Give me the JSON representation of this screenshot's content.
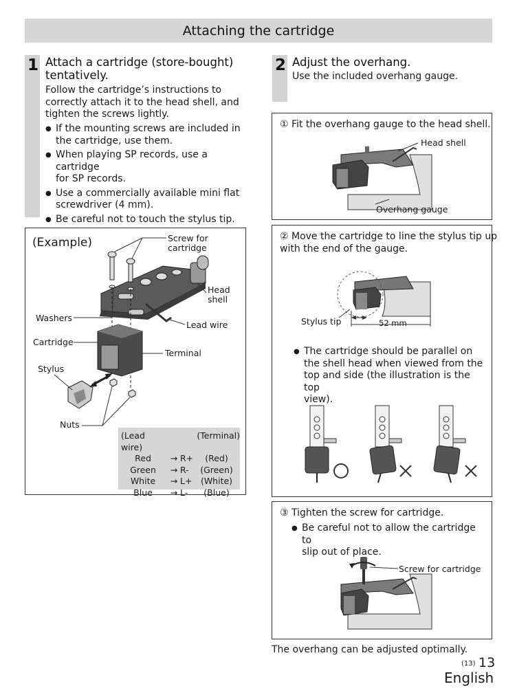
{
  "title": "Attaching the cartridge",
  "step1": {
    "number": "1",
    "title_line1": "Attach a cartridge (store-bought)",
    "title_line2": "tentatively.",
    "intro": [
      "Follow the cartridge’s instructions to",
      "correctly attach it to the head shell, and",
      "tighten the screws lightly."
    ],
    "bullets": [
      [
        "If the mounting screws are included in",
        "the cartridge, use them."
      ],
      [
        "When playing SP records, use a cartridge",
        "for SP records."
      ],
      [
        "Use a commercially available mini flat",
        "screwdriver (4 mm)."
      ],
      [
        "Be careful not to touch the stylus tip."
      ]
    ]
  },
  "example": {
    "heading": "(Example)",
    "labels": {
      "screw_line1": "Screw for",
      "screw_line2": "cartridge",
      "head_line1": "Head",
      "head_line2": "shell",
      "washers": "Washers",
      "lead_wire": "Lead wire",
      "cartridge": "Cartridge",
      "terminal": "Terminal",
      "stylus": "Stylus",
      "nuts": "Nuts"
    },
    "lead_table": {
      "header_left": "(Lead wire)",
      "header_right": "(Terminal)",
      "arrow": "→",
      "rows": [
        {
          "wire": "Red",
          "term": "R+",
          "color": "(Red)"
        },
        {
          "wire": "Green",
          "term": "R-",
          "color": "(Green)"
        },
        {
          "wire": "White",
          "term": "L+",
          "color": "(White)"
        },
        {
          "wire": "Blue",
          "term": "L-",
          "color": "(Blue)"
        }
      ]
    }
  },
  "step2": {
    "number": "2",
    "title": "Adjust the overhang.",
    "subtitle": "Use the included overhang gauge.",
    "box1": {
      "caption": "① Fit the overhang gauge to the head shell.",
      "label_head_shell": "Head shell",
      "label_gauge": "Overhang gauge"
    },
    "box2": {
      "caption_line1": "② Move the cartridge to line the stylus tip up",
      "caption_line2": "with the end of the gauge.",
      "label_stylus_tip": "Stylus tip",
      "dimension": "52 mm",
      "bullet": [
        "The cartridge should be parallel on",
        "the shell head when viewed from the",
        "top and side (the illustration is the top",
        "view)."
      ]
    },
    "box3": {
      "caption": "③ Tighten the screw for cartridge.",
      "bullet_line1": "Be careful not to allow the cartridge to",
      "bullet_line2": "slip out of place.",
      "label_screw": "Screw for cartridge"
    },
    "conclusion": "The overhang can be adjusted optimally."
  },
  "footer": {
    "page_small": "(13)",
    "page_number": "13",
    "language": "English"
  }
}
